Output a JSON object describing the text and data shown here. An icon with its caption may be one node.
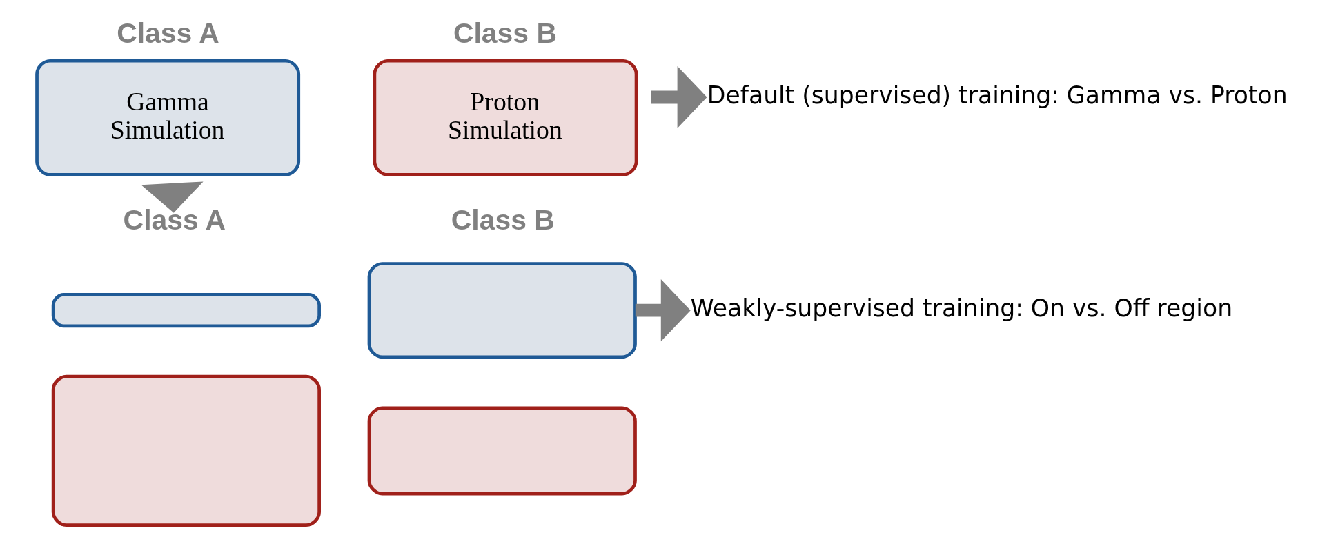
{
  "diagram": {
    "nodes": [
      {
        "text": [
          "Class A",
          "Gamma Simulation"
        ]
      },
      {
        "text": [
          "Class B",
          "Proton Simulation"
        ]
      },
      {
        "text": [
          "Default (supervised) training: Gamma vs. Proton"
        ]
      },
      {
        "text": [
          "Class A"
        ]
      },
      {
        "text": [],
        "shape": "box"
      },
      {
        "text": [],
        "shape": "box"
      },
      {
        "text": [
          "Class B"
        ]
      },
      {
        "text": [],
        "shape": "box"
      },
      {
        "text": [],
        "shape": "box"
      },
      {
        "text": [
          "Weakly-supervised training: On vs. Off region"
        ]
      }
    ],
    "edges": [
      {
        "from": 1,
        "to": 2,
        "arrow": "to"
      },
      {
        "from": 0,
        "to": 3,
        "arrow": "to"
      },
      {
        "from": 7,
        "to": 9,
        "arrow": "to"
      }
    ]
  }
}
